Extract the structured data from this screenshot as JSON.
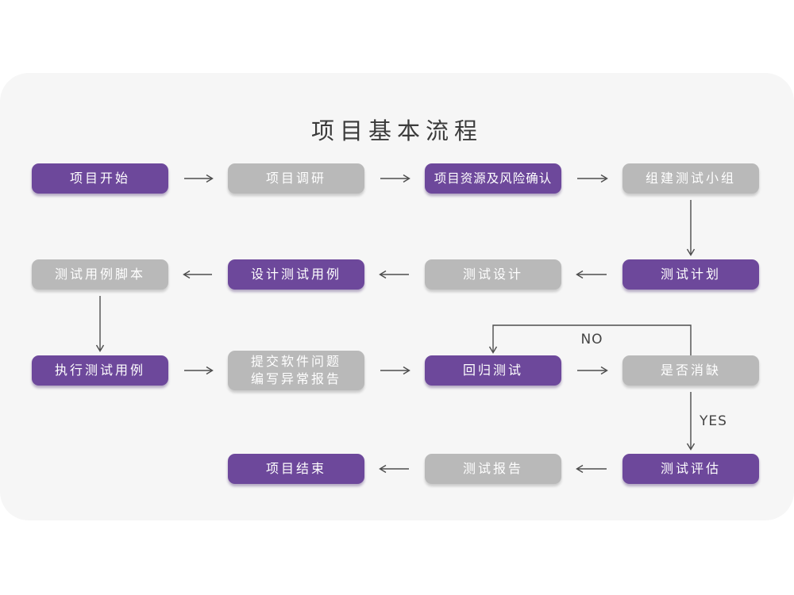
{
  "page": {
    "title": "项目基本流程"
  },
  "colors": {
    "primary": "#6D489B",
    "secondary": "#B9B9B9",
    "card_bg": "#F6F6F6",
    "arrow": "#4D4D4D",
    "title_color": "#3B3B3B",
    "node_text": "#FFFFFF"
  },
  "flowchart": {
    "nodes": [
      {
        "id": "project-start",
        "label": "项目开始",
        "variant": "primary",
        "row": 0,
        "col": 0
      },
      {
        "id": "project-research",
        "label": "项目调研",
        "variant": "secondary",
        "row": 0,
        "col": 1
      },
      {
        "id": "resource-risk-confirm",
        "label": "项目资源及风险确认",
        "variant": "primary",
        "row": 0,
        "col": 2
      },
      {
        "id": "build-test-team",
        "label": "组建测试小组",
        "variant": "secondary",
        "row": 0,
        "col": 3
      },
      {
        "id": "test-case-script",
        "label": "测试用例脚本",
        "variant": "secondary",
        "row": 1,
        "col": 0
      },
      {
        "id": "design-test-cases",
        "label": "设计测试用例",
        "variant": "primary",
        "row": 1,
        "col": 1
      },
      {
        "id": "test-design",
        "label": "测试设计",
        "variant": "secondary",
        "row": 1,
        "col": 2
      },
      {
        "id": "test-plan",
        "label": "测试计划",
        "variant": "primary",
        "row": 1,
        "col": 3
      },
      {
        "id": "execute-test-cases",
        "label": "执行测试用例",
        "variant": "primary",
        "row": 2,
        "col": 0
      },
      {
        "id": "submit-issue-report",
        "label": "提交软件问题",
        "label2": "编写异常报告",
        "variant": "secondary",
        "row": 2,
        "col": 1
      },
      {
        "id": "regression-test",
        "label": "回归测试",
        "variant": "primary",
        "row": 2,
        "col": 2
      },
      {
        "id": "defect-cleared",
        "label": "是否消缺",
        "variant": "secondary",
        "row": 2,
        "col": 3
      },
      {
        "id": "project-end",
        "label": "项目结束",
        "variant": "primary",
        "row": 3,
        "col": 1
      },
      {
        "id": "test-report",
        "label": "测试报告",
        "variant": "secondary",
        "row": 3,
        "col": 2
      },
      {
        "id": "test-evaluation",
        "label": "测试评估",
        "variant": "primary",
        "row": 3,
        "col": 3
      }
    ],
    "edges": [
      {
        "from": "project-start",
        "to": "project-research",
        "type": "h"
      },
      {
        "from": "project-research",
        "to": "resource-risk-confirm",
        "type": "h"
      },
      {
        "from": "resource-risk-confirm",
        "to": "build-test-team",
        "type": "h"
      },
      {
        "from": "build-test-team",
        "to": "test-plan",
        "type": "v"
      },
      {
        "from": "test-plan",
        "to": "test-design",
        "type": "h"
      },
      {
        "from": "test-design",
        "to": "design-test-cases",
        "type": "h"
      },
      {
        "from": "design-test-cases",
        "to": "test-case-script",
        "type": "h"
      },
      {
        "from": "test-case-script",
        "to": "execute-test-cases",
        "type": "v"
      },
      {
        "from": "execute-test-cases",
        "to": "submit-issue-report",
        "type": "h"
      },
      {
        "from": "submit-issue-report",
        "to": "regression-test",
        "type": "h"
      },
      {
        "from": "regression-test",
        "to": "defect-cleared",
        "type": "h"
      },
      {
        "from": "defect-cleared",
        "to": "test-evaluation",
        "type": "v",
        "label": "YES"
      },
      {
        "from": "test-evaluation",
        "to": "test-report",
        "type": "h"
      },
      {
        "from": "test-report",
        "to": "project-end",
        "type": "h"
      },
      {
        "from": "defect-cleared",
        "to": "regression-test",
        "type": "loop-up",
        "label": "NO"
      }
    ]
  }
}
